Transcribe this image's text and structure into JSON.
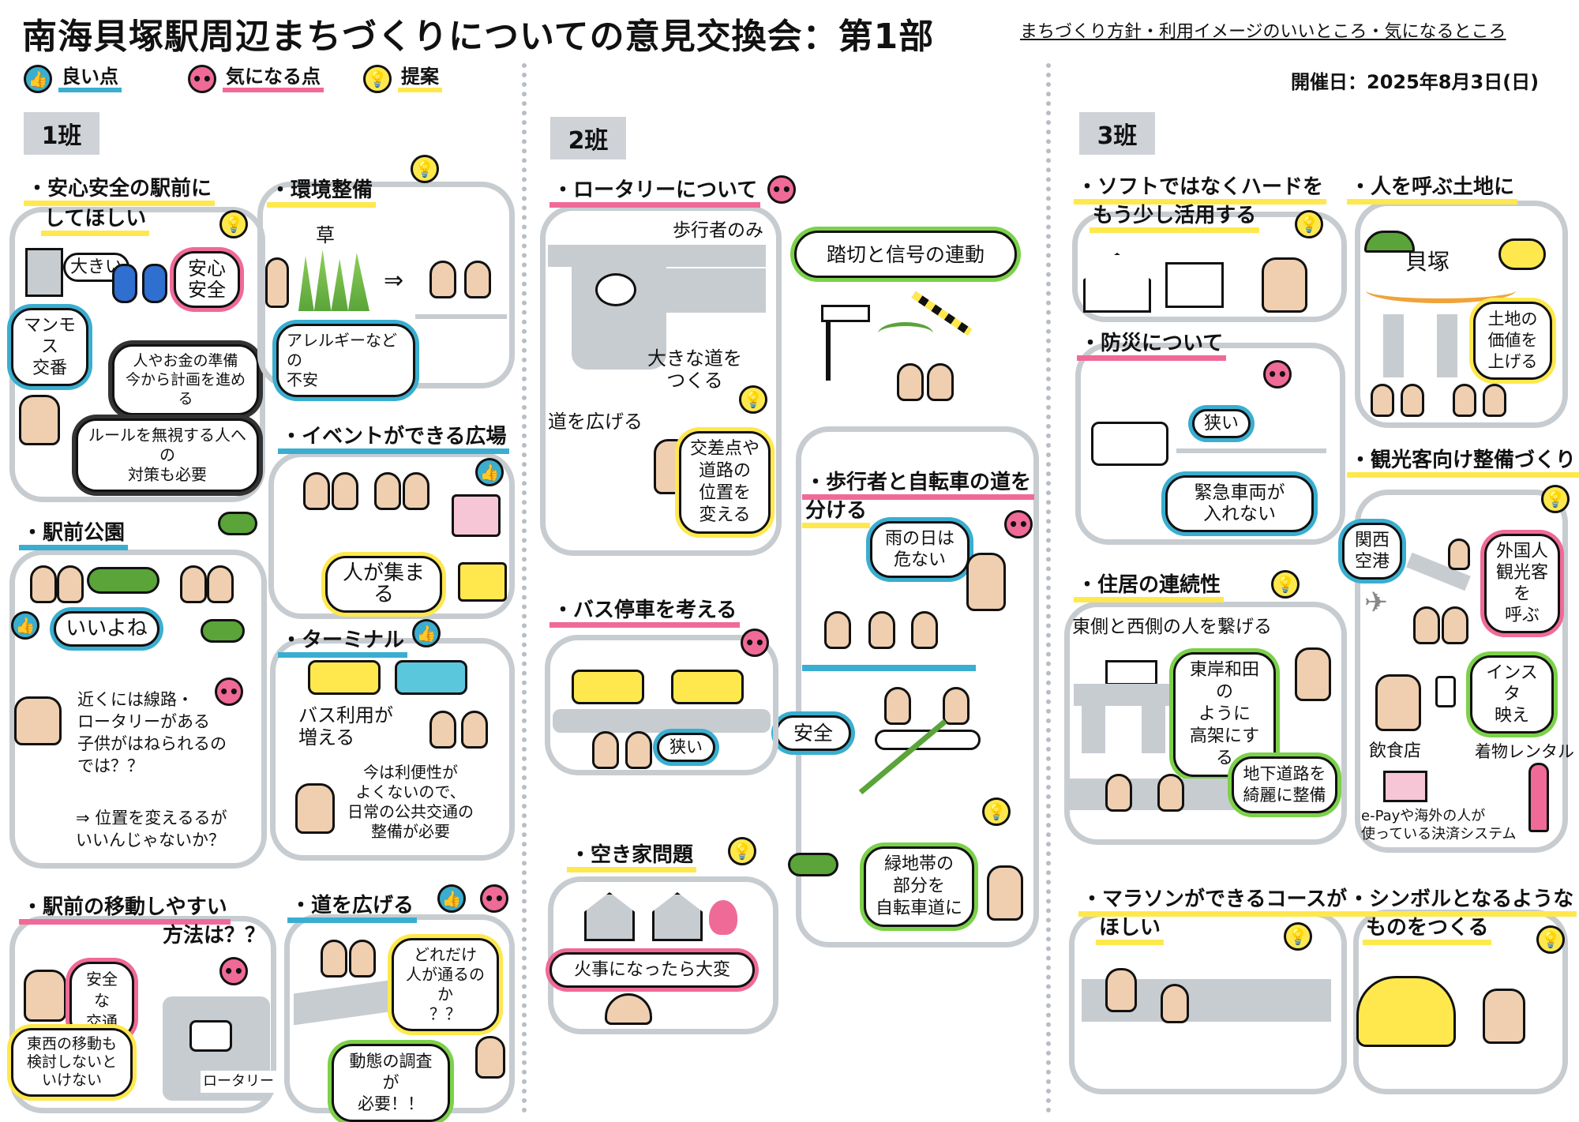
{
  "header": {
    "title": "南海貝塚駅周辺まちづくりについての意見交換会：第1部",
    "subtitle": "まちづくり方針・利用イメージのいいところ・気になるところ",
    "date": "開催日：2025年8月3日(日)"
  },
  "legend": [
    {
      "icon": "thumbs-up-icon",
      "label": "良い点",
      "color": "#3aaed0"
    },
    {
      "icon": "eyes-icon",
      "label": "気になる点",
      "color": "#f06a97"
    },
    {
      "icon": "lightbulb-icon",
      "label": "提案",
      "color": "#ffe84d"
    }
  ],
  "teams": {
    "t1": {
      "label": "1班",
      "anzen": {
        "head1": "・安心安全の駅前に",
        "head2": "してほしい",
        "big": "大きい",
        "mammoth": "マンモス\n交番",
        "anshin": "安心\n安全",
        "money": "人やお金の準備\n今から計画を進める",
        "rule": "ルールを無視する人への\n対策も必要"
      },
      "kankyo": {
        "head": "・環境整備",
        "kusa": "草",
        "allergy": "アレルギーなどの\n不安"
      },
      "event": {
        "head": "・イベントができる広場",
        "gather": "人が集まる"
      },
      "park": {
        "head": "・駅前公園",
        "good": "いいよね",
        "near": "近くには線路・\nロータリーがある\n子供がはねられるの\nでは？？",
        "move": "⇒ 位置を変えるるが\nいいんじゃないか？"
      },
      "terminal": {
        "head": "・ターミナル",
        "bus": "バス利用が\n増える",
        "now": "今は利便性が\nよくないので、\n日常の公共交通の\n整備が必要"
      },
      "idou": {
        "head": "・駅前の移動しやすい",
        "head2": "方法は？？",
        "safe": "安全な\n交通",
        "east": "東西の移動も\n検討しないと\nいけない",
        "rotary": "ロータリー"
      },
      "road": {
        "head": "・道を広げる",
        "howmany": "どれだけ\n人が通るのか\n？？",
        "survey": "動態の調査が\n必要！！"
      }
    },
    "t2": {
      "label": "2班",
      "rotary": {
        "head": "・ロータリーについて",
        "walk": "歩行者のみ",
        "bigroad": "大きな道を\nつくる",
        "widen": "道を広げる",
        "cross": "交差点や\n道路の\n位置を\n変える"
      },
      "rail": {
        "text": "踏切と信号の連動"
      },
      "walkbike": {
        "head1": "・歩行者と自転車の道を",
        "head2": "分ける",
        "rain": "雨の日は\n危ない",
        "safe": "安全",
        "green": "緑地帯の\n部分を\n自転車道に"
      },
      "busstop": {
        "head": "・バス停車を考える",
        "narrow": "狭い"
      },
      "akiya": {
        "head": "・空き家問題",
        "fire": "火事になったら大変"
      }
    },
    "t3": {
      "label": "3班",
      "soft": {
        "head1": "・ソフトではなくハードを",
        "head2": "もう少し活用する"
      },
      "bousai": {
        "head": "・防災について",
        "narrow": "狭い",
        "emergency": "緊急車両が\n入れない"
      },
      "jukyo": {
        "head": "・住居の連続性",
        "connect": "東側と西側の人を繋げる",
        "kishiwada": "東岸和田の\nように\n高架にする",
        "underground": "地下道路を\n綺麗に整備"
      },
      "marathon": {
        "head1": "・マラソンができるコースが",
        "head2": "ほしい"
      },
      "hito": {
        "head": "・人を呼ぶ土地に",
        "kaizuka": "貝塚",
        "value": "土地の\n価値を\n上げる"
      },
      "tourist": {
        "head": "・観光客向け整備づくり",
        "kansai": "関西\n空港",
        "foreign": "外国人\n観光客を\n呼ぶ",
        "insta": "インスタ\n映え",
        "food": "飲食店",
        "kimono": "着物レンタル",
        "epay": "e-Payや海外の人が\n使っている決済システム"
      },
      "symbol": {
        "head1": "・シンボルとなるような",
        "head2": "ものをつくる"
      }
    }
  }
}
